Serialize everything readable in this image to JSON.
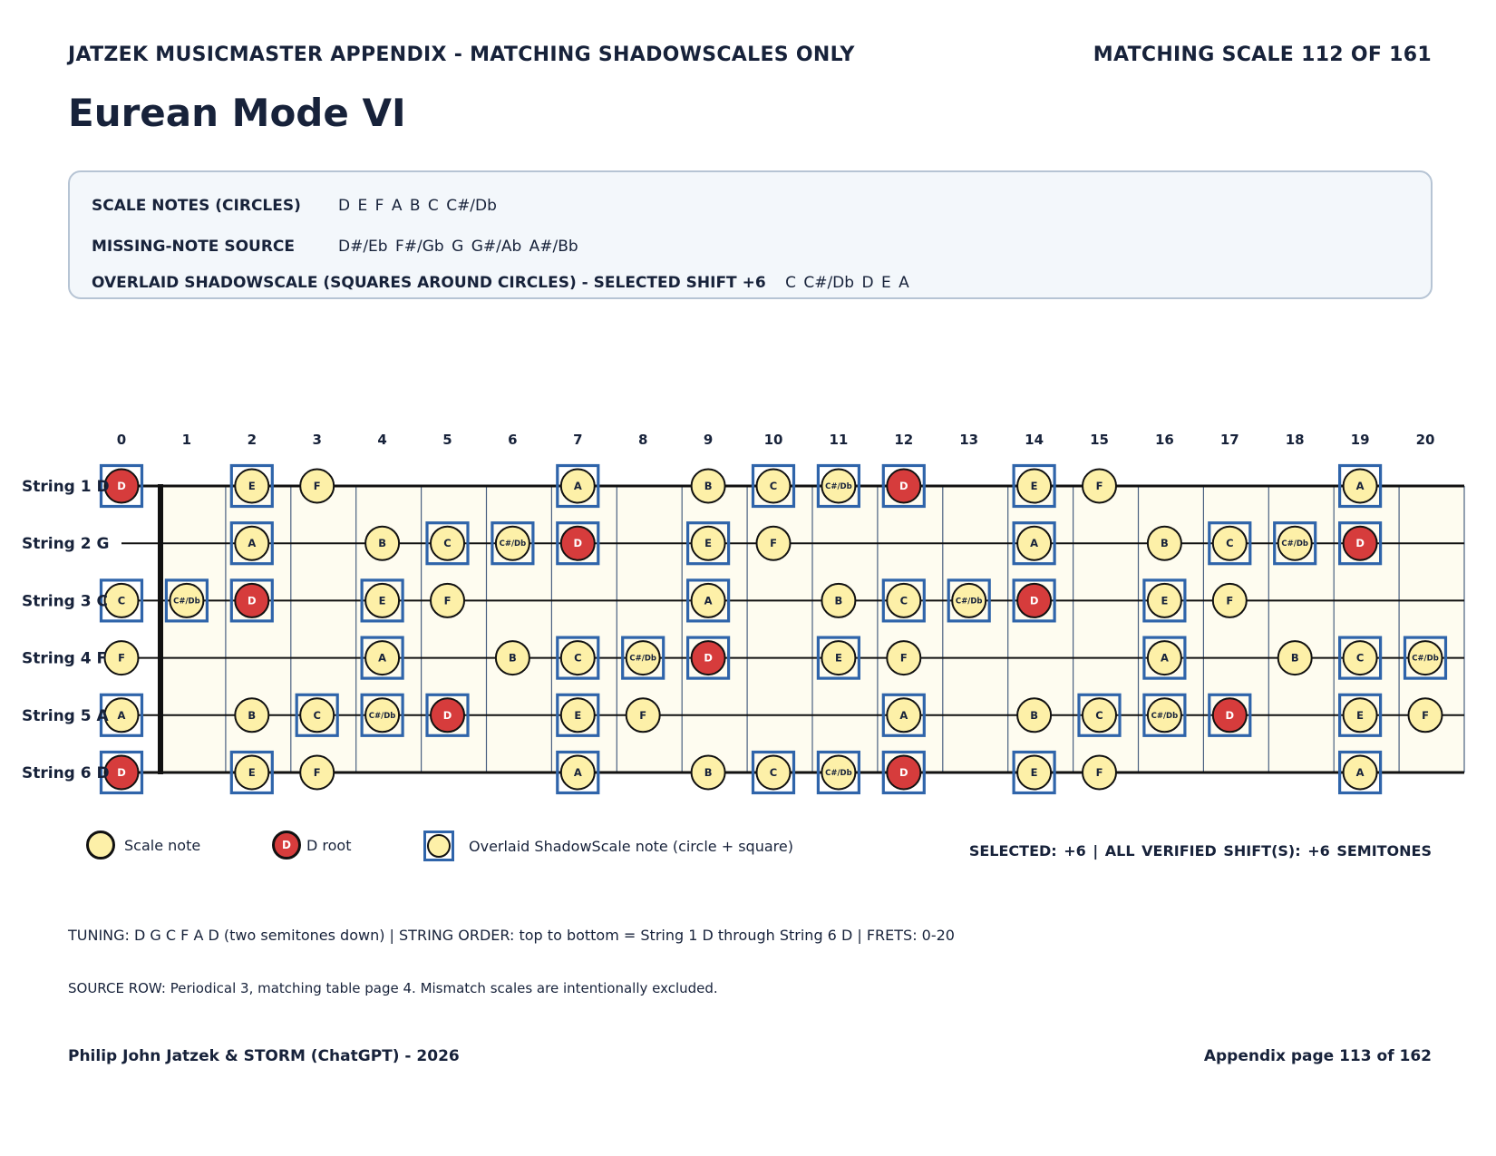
{
  "header": {
    "left": "JATZEK MUSICMASTER APPENDIX - MATCHING SHADOWSCALES ONLY",
    "right": "MATCHING SCALE 112 OF 161"
  },
  "title": "Eurean Mode VI",
  "info": {
    "scale_notes_label": "SCALE NOTES (CIRCLES)",
    "scale_notes": "D  E  F  A  B  C  C#/Db",
    "missing_label": "MISSING-NOTE SOURCE",
    "missing_notes": "D#/Eb  F#/Gb  G  G#/Ab  A#/Bb",
    "overlay_label": "OVERLAID SHADOWSCALE (SQUARES AROUND CIRCLES) - SELECTED SHIFT +6",
    "overlay_notes": "C  C#/Db  D  E  A"
  },
  "fretboard": {
    "frets": [
      0,
      1,
      2,
      3,
      4,
      5,
      6,
      7,
      8,
      9,
      10,
      11,
      12,
      13,
      14,
      15,
      16,
      17,
      18,
      19,
      20
    ],
    "strings": [
      {
        "label": "String 1 D",
        "open": "D"
      },
      {
        "label": "String 2 G",
        "open": "G"
      },
      {
        "label": "String 3 C",
        "open": "C"
      },
      {
        "label": "String 4 F",
        "open": "F"
      },
      {
        "label": "String 5 A",
        "open": "A"
      },
      {
        "label": "String 6 D",
        "open": "D"
      }
    ],
    "chromatic": [
      "C",
      "C#/Db",
      "D",
      "D#/Eb",
      "E",
      "F",
      "F#/Gb",
      "G",
      "G#/Ab",
      "A",
      "A#/Bb",
      "B"
    ],
    "scale_notes": [
      "D",
      "E",
      "F",
      "A",
      "B",
      "C",
      "C#/Db"
    ],
    "overlay_notes": [
      "C",
      "C#/Db",
      "D",
      "E",
      "A"
    ],
    "root": "D",
    "colors": {
      "note_fill": "#fdf0a8",
      "root_fill": "#d63c3c",
      "square_stroke": "#2f64aa",
      "board_fill": "#fefcf0",
      "fret_line": "#4a6080"
    }
  },
  "legend": {
    "scale_note": "Scale note",
    "root_note": "D root",
    "root_symbol": "D",
    "overlay_note": "Overlaid ShadowScale note (circle + square)"
  },
  "selected": "SELECTED: +6   |   ALL VERIFIED SHIFT(S): +6 SEMITONES",
  "footer": {
    "tuning": "TUNING: D G C F A D (two semitones down)   |   STRING ORDER: top to bottom = String 1 D through String 6 D   |   FRETS: 0-20",
    "source": "SOURCE ROW: Periodical 3, matching table page 4. Mismatch scales are intentionally excluded.",
    "author": "Philip John Jatzek & STORM (ChatGPT) - 2026",
    "page": "Appendix page 113 of 162"
  }
}
